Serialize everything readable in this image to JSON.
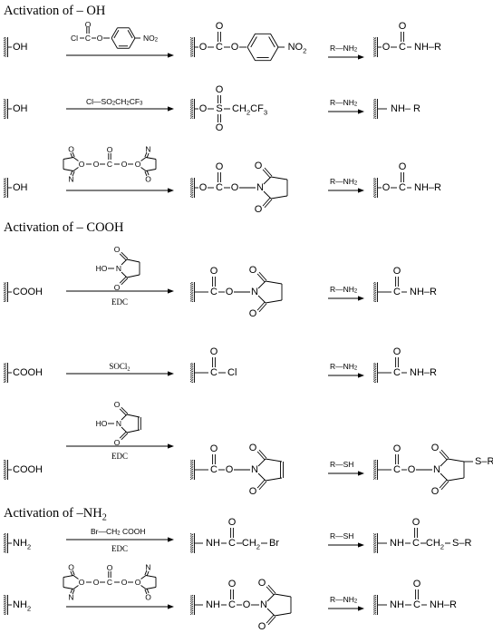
{
  "sections": [
    {
      "title": "Activation of – OH",
      "rows": [
        {
          "start": "OH",
          "reagent_top": "Cl–C(=O)–O–C6H4–NO2",
          "reagent_top_parts": [
            "Cl",
            "C",
            "O",
            "O",
            "NO2"
          ],
          "intermediate_parts": [
            "O",
            "C",
            "O",
            "O",
            "NO2"
          ],
          "second_reagent": "R—NH2",
          "product_parts": [
            "O",
            "C",
            "O",
            "NH–R"
          ]
        },
        {
          "start": "OH",
          "reagent_top": "Cl—SO2CH2CF3",
          "intermediate_parts": [
            "O",
            "S",
            "O",
            "O",
            "CH2CF3"
          ],
          "second_reagent": "R—NH2",
          "product": "NH– R"
        },
        {
          "start": "OH",
          "reagent_top_parts": [
            "O",
            "O",
            "N",
            "O",
            "C",
            "O",
            "O",
            "N",
            "O",
            "O"
          ],
          "intermediate_parts": [
            "O",
            "C",
            "O",
            "O",
            "N",
            "O",
            "O"
          ],
          "second_reagent": "R—NH2",
          "product_parts": [
            "O",
            "C",
            "O",
            "NH–R"
          ]
        }
      ]
    },
    {
      "title": "Activation of – COOH",
      "rows": [
        {
          "start": "COOH",
          "reagent_top_parts": [
            "HO",
            "N",
            "O",
            "O"
          ],
          "reagent_bottom": "EDC",
          "intermediate_parts": [
            "C",
            "O",
            "O",
            "N",
            "O",
            "O"
          ],
          "second_reagent": "R—NH2",
          "product_parts": [
            "C",
            "O",
            "NH–R"
          ]
        },
        {
          "start": "COOH",
          "reagent_top": "SOCl2",
          "intermediate_parts": [
            "C",
            "O",
            "Cl"
          ],
          "second_reagent": "R—NH2",
          "product_parts": [
            "C",
            "O",
            "NH–R"
          ]
        },
        {
          "start": "COOH",
          "reagent_top_parts": [
            "HO",
            "N",
            "O",
            "O"
          ],
          "reagent_bottom": "EDC",
          "intermediate_parts": [
            "C",
            "O",
            "O",
            "N",
            "O",
            "O"
          ],
          "second_reagent": "R—SH",
          "product_parts": [
            "C",
            "O",
            "O",
            "N",
            "O",
            "O",
            "S–R"
          ]
        }
      ]
    },
    {
      "title": "Activation of –NH2",
      "rows": [
        {
          "start": "NH2",
          "reagent_top": "Br—CH2 COOH",
          "reagent_bottom": "EDC",
          "intermediate_parts": [
            "NH",
            "C",
            "O",
            "CH2",
            "Br"
          ],
          "second_reagent": "R—SH",
          "product_parts": [
            "NH",
            "C",
            "O",
            "CH2",
            "S–R"
          ]
        },
        {
          "start": "NH2",
          "reagent_top_parts": [
            "O",
            "O",
            "N",
            "O",
            "C",
            "O",
            "O",
            "N",
            "O",
            "O"
          ],
          "intermediate_parts": [
            "NH",
            "C",
            "O",
            "O",
            "N",
            "O",
            "O"
          ],
          "second_reagent": "R—NH2",
          "product_parts": [
            "NH",
            "C",
            "O",
            "NH–R"
          ]
        }
      ]
    }
  ]
}
